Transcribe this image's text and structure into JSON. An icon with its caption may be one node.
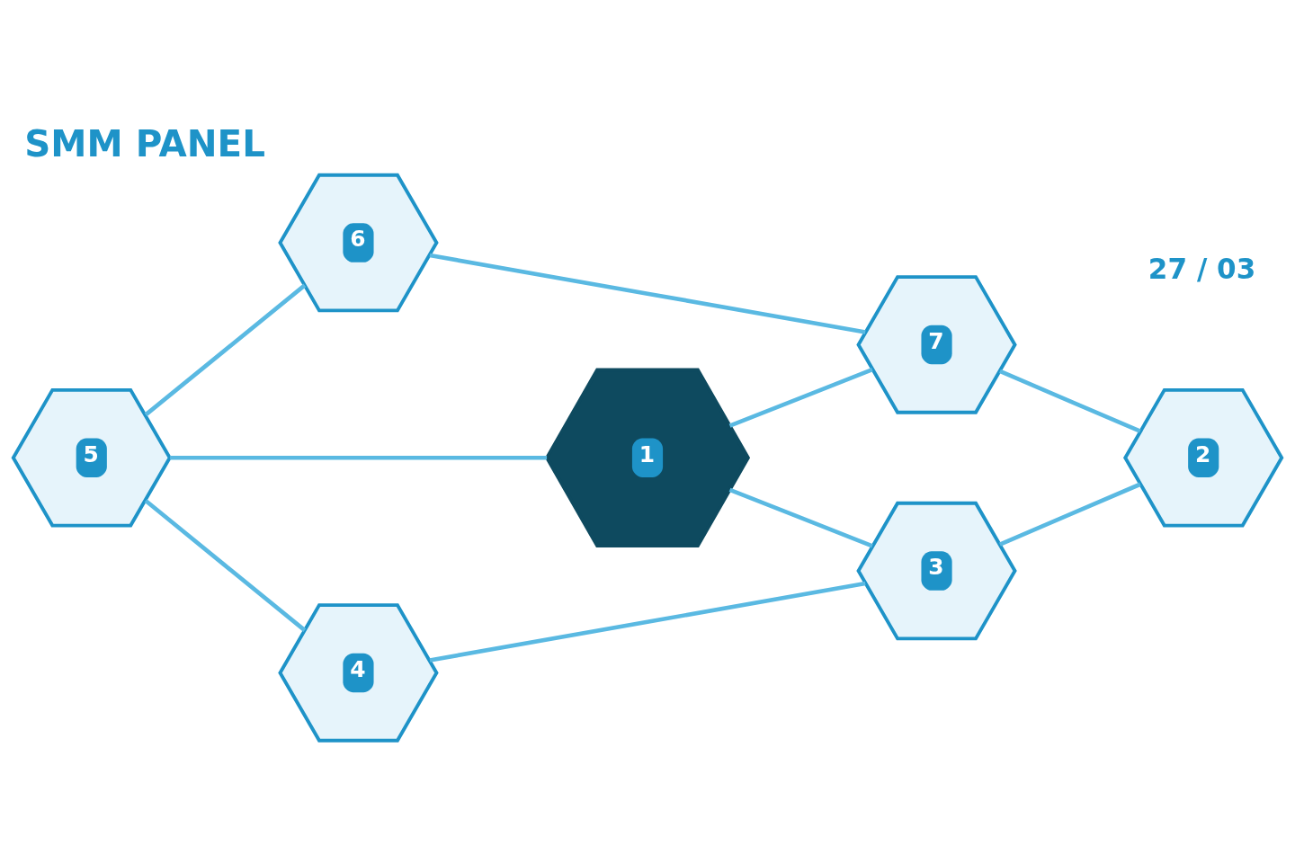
{
  "diagram": {
    "title": "SMM PANEL",
    "nodes": [
      {
        "text": [
          "1"
        ]
      },
      {
        "text": [
          "2"
        ]
      },
      {
        "text": [
          "3"
        ]
      },
      {
        "text": [
          "4"
        ]
      },
      {
        "text": [
          "5"
        ]
      },
      {
        "text": [
          "6"
        ]
      },
      {
        "text": [
          "7"
        ]
      }
    ],
    "edges": [
      {
        "from": 5,
        "to": 6,
        "arrow": "none"
      },
      {
        "from": 4,
        "to": 5,
        "arrow": "none"
      },
      {
        "from": 4,
        "to": 0,
        "arrow": "none"
      },
      {
        "from": 0,
        "to": 6,
        "arrow": "none"
      },
      {
        "from": 6,
        "to": 1,
        "arrow": "none"
      },
      {
        "from": 4,
        "to": 3,
        "arrow": "none"
      },
      {
        "from": 0,
        "to": 2,
        "arrow": "none"
      },
      {
        "from": 3,
        "to": 2,
        "arrow": "none"
      },
      {
        "from": 2,
        "to": 1,
        "arrow": "none"
      }
    ],
    "labels": [
      "27 / 03"
    ]
  }
}
